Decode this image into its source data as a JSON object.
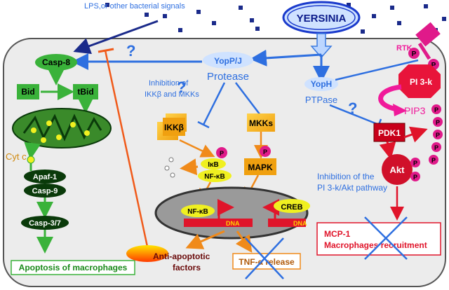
{
  "labels": {
    "lps": "LPS,or other bacterial signals",
    "yersinia": "YERSINIA",
    "yopPJ": "YopP/J",
    "protease": "Protease",
    "inhibitionIkk1": "Inhibition of",
    "inhibitionIkk2": "IKKβ and MKKs",
    "yopH": "YopH",
    "ptpase": "PTPase",
    "rtk": "RTK",
    "pi3k": "PI 3-k",
    "pip3": "PIP3",
    "pdk1": "PDK1",
    "akt": "Akt",
    "casp8": "Casp-8",
    "bid": "Bid",
    "tbid": "tBid",
    "cytc": "Cyt c",
    "apaf1": "Apaf-1",
    "casp9": "Casp-9",
    "casp37": "Casp-3/7",
    "apoptosis": "Apoptosis of macrophages",
    "ikkb": "IKKβ",
    "mkks": "MKKs",
    "ikb": "IκB",
    "nfkb": "NF-κB",
    "mapk": "MAPK",
    "nucNfkb": "NF-κB",
    "creb": "CREB",
    "dna": "DNA",
    "pi3kInhib1": "Inhibition of the",
    "pi3kInhib2": "PI 3-k/Akt pathway",
    "antiApop1": "Anti-apoptotic",
    "antiApop2": "factors",
    "tnf": "TNF-α release",
    "mcp1": "MCP-1",
    "macRecruit": "Macrophages recruitment",
    "q": "?",
    "p": "P"
  },
  "colors": {
    "blue": "#2e6fe0",
    "navy": "#1a2a8a",
    "green": "#3ab23a",
    "darkGreen": "#0a4a0a",
    "orange": "#f08a1a",
    "red": "#e0142a",
    "magenta": "#f01a9a",
    "cellBg": "#ececec"
  }
}
